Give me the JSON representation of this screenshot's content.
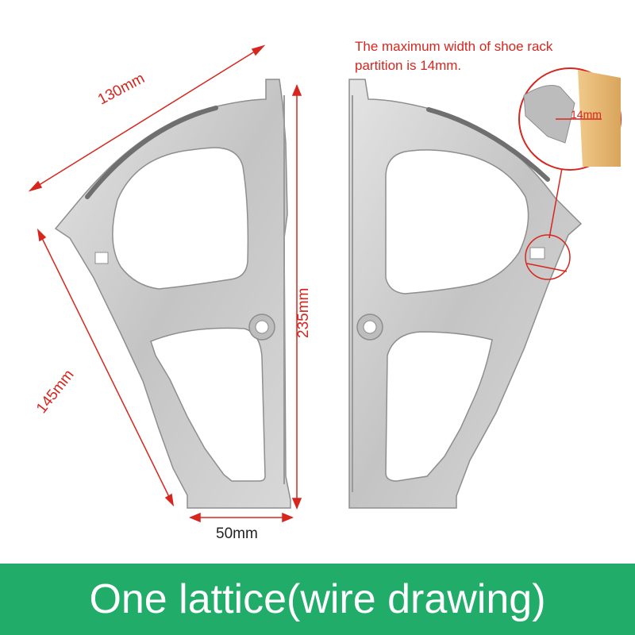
{
  "dimensions": {
    "width_top": "130mm",
    "width_side": "145mm",
    "height": "235mm",
    "width_bottom": "50mm",
    "partition_width": "14mm"
  },
  "note": {
    "line1": "The maximum width of shoe rack",
    "line2": "partition is 14mm."
  },
  "banner": {
    "text": "One lattice(wire drawing)"
  },
  "colors": {
    "annotation_red": "#d7261e",
    "banner_green": "#22ac6a",
    "metal": "#c9c9c9",
    "wood": "#e2b06a"
  }
}
